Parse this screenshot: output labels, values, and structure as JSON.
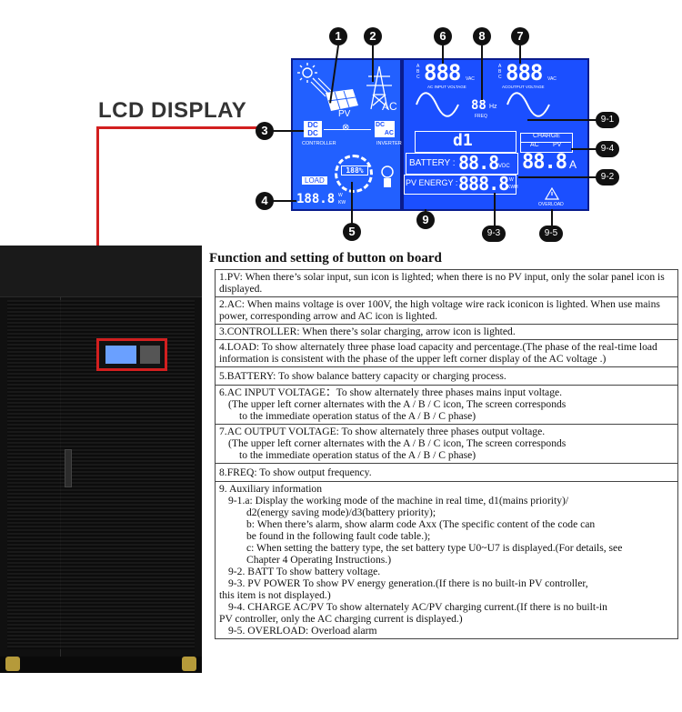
{
  "lcd_title": "LCD DISPLAY",
  "callouts": {
    "c1": "1",
    "c2": "2",
    "c3": "3",
    "c4": "4",
    "c5": "5",
    "c6": "6",
    "c7": "7",
    "c8": "8",
    "c9": "9",
    "c91": "9-1",
    "c92": "9-2",
    "c93": "9-3",
    "c94": "9-4",
    "c95": "9-5"
  },
  "lcd": {
    "pv_label": "PV",
    "ac_label": "AC",
    "dc1": "DC",
    "dc2": "DC",
    "controller_label": "CONTROLLER",
    "inverter_label": "INVERTER",
    "inv_top": "DC",
    "inv_mid": "AC",
    "load_label": "LOAD",
    "load_value": "188.8",
    "load_unit_w": "W",
    "load_unit_kw": "KW",
    "battery_gauge": "188%",
    "abc": "A\nB\nC",
    "input_value": "888",
    "input_unit": "VAC",
    "input_label": "AC INPUT  VOLTAGE",
    "output_value": "888",
    "output_unit": "VAC",
    "output_label": "ACOUTPUT  VOLTAGE",
    "freq_value": "88",
    "freq_unit": "Hz",
    "freq_label": "FREQ",
    "mode_value": "d1",
    "charge_label": "CHARGE",
    "charge_ac": "AC",
    "charge_pv": "PV",
    "charge_value": "88.8",
    "charge_unit": "A",
    "battery_label": "BATTERY :",
    "battery_value": "88.8",
    "battery_unit": "VDC",
    "pv_energy_label": "PV ENERGY :",
    "pv_energy_value": "888.8",
    "pv_energy_unit_w": "W",
    "pv_energy_unit_kwh": "KWH",
    "overload_label": "OVERLOAD"
  },
  "table": {
    "title": "Function and setting of button on board",
    "rows": [
      "1.PV:  When there’s solar input, sun icon is lighted; when there is no PV input, only the solar panel icon is displayed.",
      "2.AC:  When mains voltage is over 100V, the high voltage wire rack iconicon is lighted. When use mains power, corresponding arrow and AC icon is lighted.",
      "3.CONTROLLER: When there’s solar charging, arrow icon is lighted.",
      "4.LOAD:  To show alternately three phase load capacity and percentage.(The phase of the real-time load information is consistent with the phase of the upper left corner display of the AC voltage .)",
      "5.BATTERY:   To show balance battery capacity or charging process."
    ],
    "row6": {
      "head": "6.AC INPUT VOLTAGE：To show alternately three phases mains input voltage.",
      "l2": "(The upper left corner alternates with the A / B / C icon, The screen corresponds",
      "l3": "to the immediate operation status of the A / B / C phase)"
    },
    "row7": {
      "head": "7.AC OUTPUT VOLTAGE:  To show alternately three phases output voltage.",
      "l2": "(The upper left corner alternates with the A / B / C icon, The screen corresponds",
      "l3": "to the immediate operation status of the A / B / C phase)"
    },
    "row8": "8.FREQ: To show output frequency.",
    "row9": {
      "head": "9. Auxiliary information",
      "a1": "9-1.a: Display the working mode of the machine in real time, d1(mains priority)/",
      "a2": "d2(energy saving mode)/d3(battery priority);",
      "b1": "b: When there’s alarm, show alarm code Axx (The specific content of the code can",
      "b2": "be found in the following fault code table.);",
      "c1": "c: When setting the battery type, the set battery type U0~U7 is displayed.(For details, see",
      "c2": "Chapter 4 Operating Instructions.)",
      "i2": "9-2. BATT To show battery voltage.",
      "i3a": "9-3. PV POWER To show PV energy generation.(If there is no built-in PV controller,",
      "i3b": "this item is not displayed.)",
      "i4a": "9-4. CHARGE AC/PV To show alternately AC/PV charging current.(If there is no built-in",
      "i4b": "PV controller, only the AC charging current is displayed.)",
      "i5": "9-5. OVERLOAD: Overload alarm"
    }
  }
}
